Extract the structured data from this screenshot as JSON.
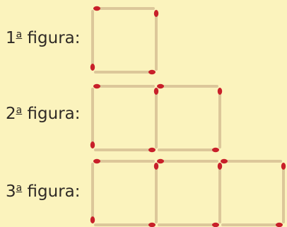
{
  "figures": [
    {
      "label_number": "1",
      "label_ordinal": "a",
      "label_text": " figura:",
      "squares": 1
    },
    {
      "label_number": "2",
      "label_ordinal": "a",
      "label_text": " figura:",
      "squares": 2
    },
    {
      "label_number": "3",
      "label_ordinal": "a",
      "label_text": " figura:",
      "squares": 3
    }
  ],
  "colors": {
    "background": "#fbf3bd",
    "match_stick": "#dcc79a",
    "match_head": "#c8202a",
    "label_text": "#2f2a26"
  }
}
